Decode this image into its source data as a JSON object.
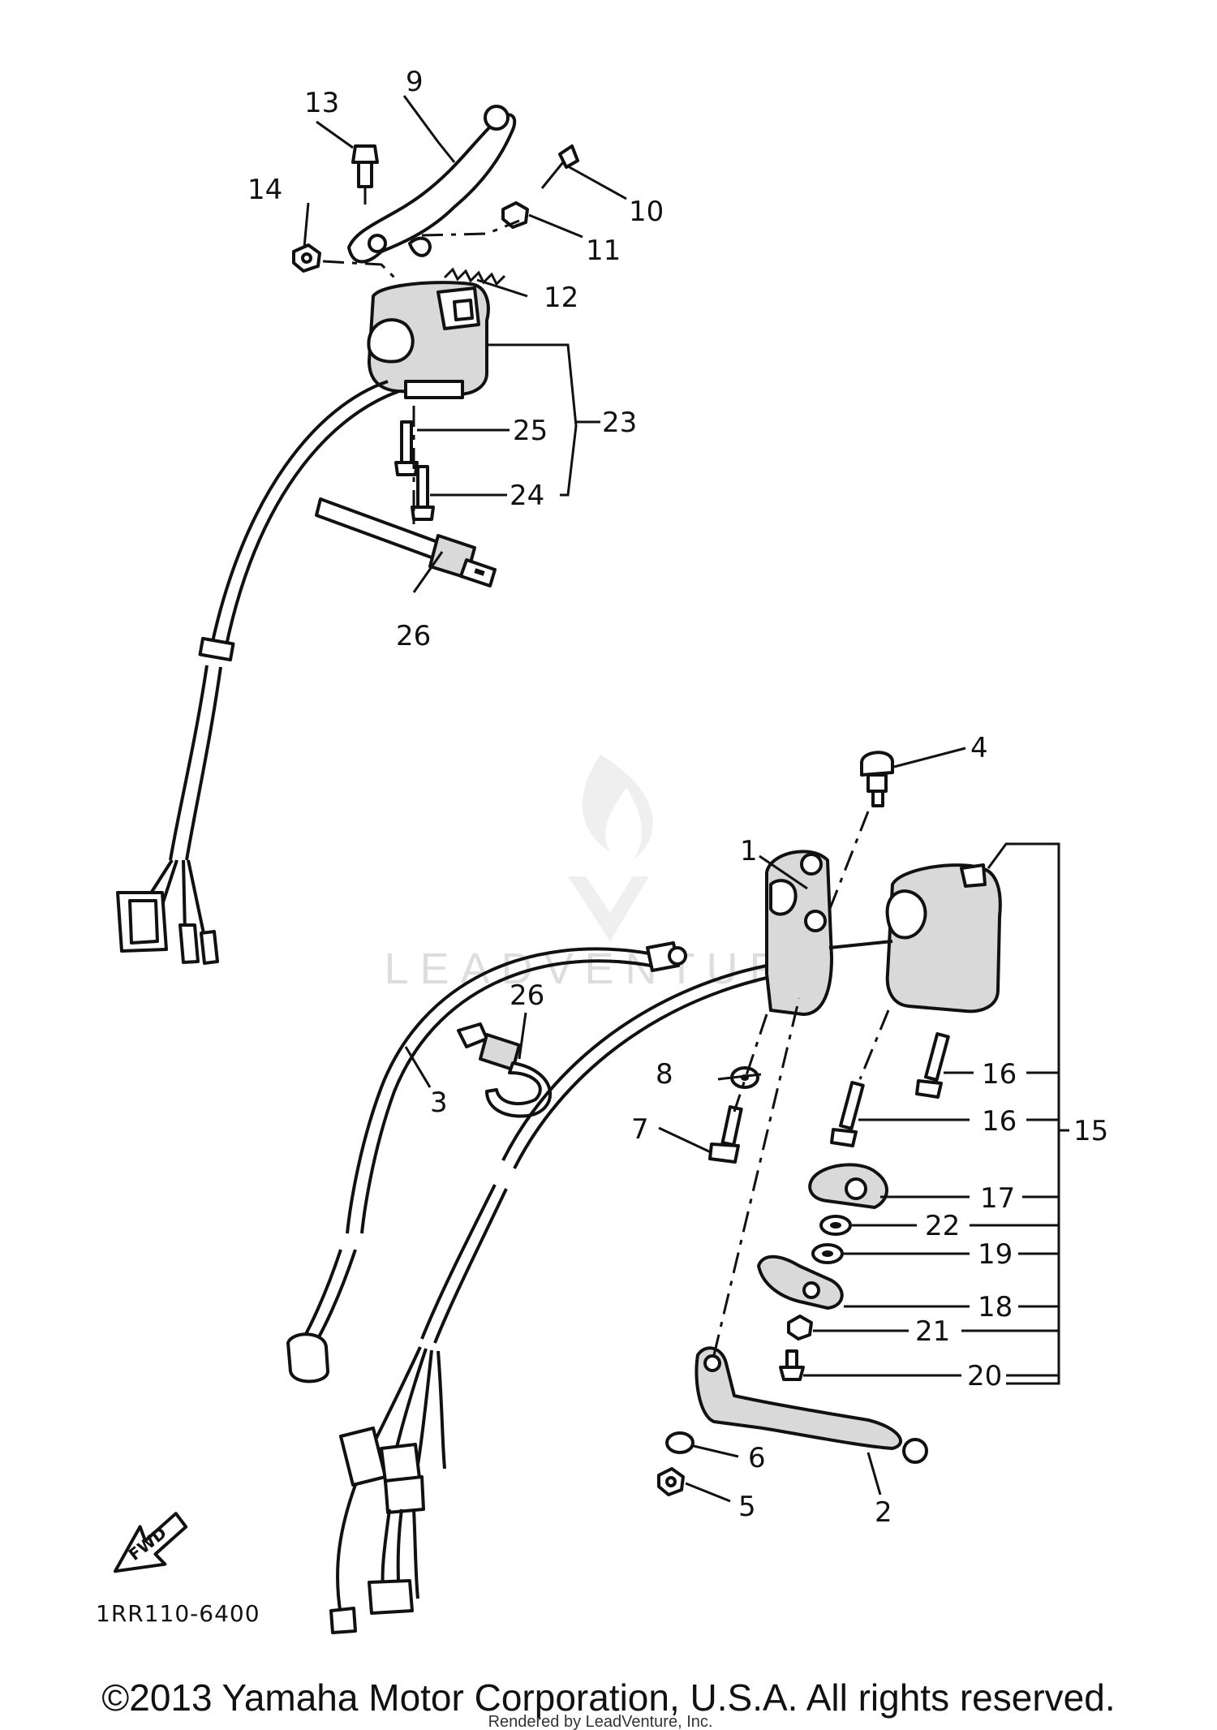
{
  "callouts": {
    "c1": "1",
    "c2": "2",
    "c3": "3",
    "c4": "4",
    "c5": "5",
    "c6": "6",
    "c7": "7",
    "c8": "8",
    "c9": "9",
    "c10": "10",
    "c11": "11",
    "c12": "12",
    "c13": "13",
    "c14": "14",
    "c15": "15",
    "c16a": "16",
    "c16b": "16",
    "c17": "17",
    "c18": "18",
    "c19": "19",
    "c20": "20",
    "c21": "21",
    "c22": "22",
    "c23": "23",
    "c24": "24",
    "c25": "25",
    "c26a": "26",
    "c26b": "26"
  },
  "fwd_label": "FWD",
  "diagram_code": "1RR110-6400",
  "watermark": "LEADVENTURE",
  "copyright": "©2013 Yamaha Motor Corporation, U.S.A. All rights reserved.",
  "renderer": "Rendered by LeadVenture, Inc."
}
